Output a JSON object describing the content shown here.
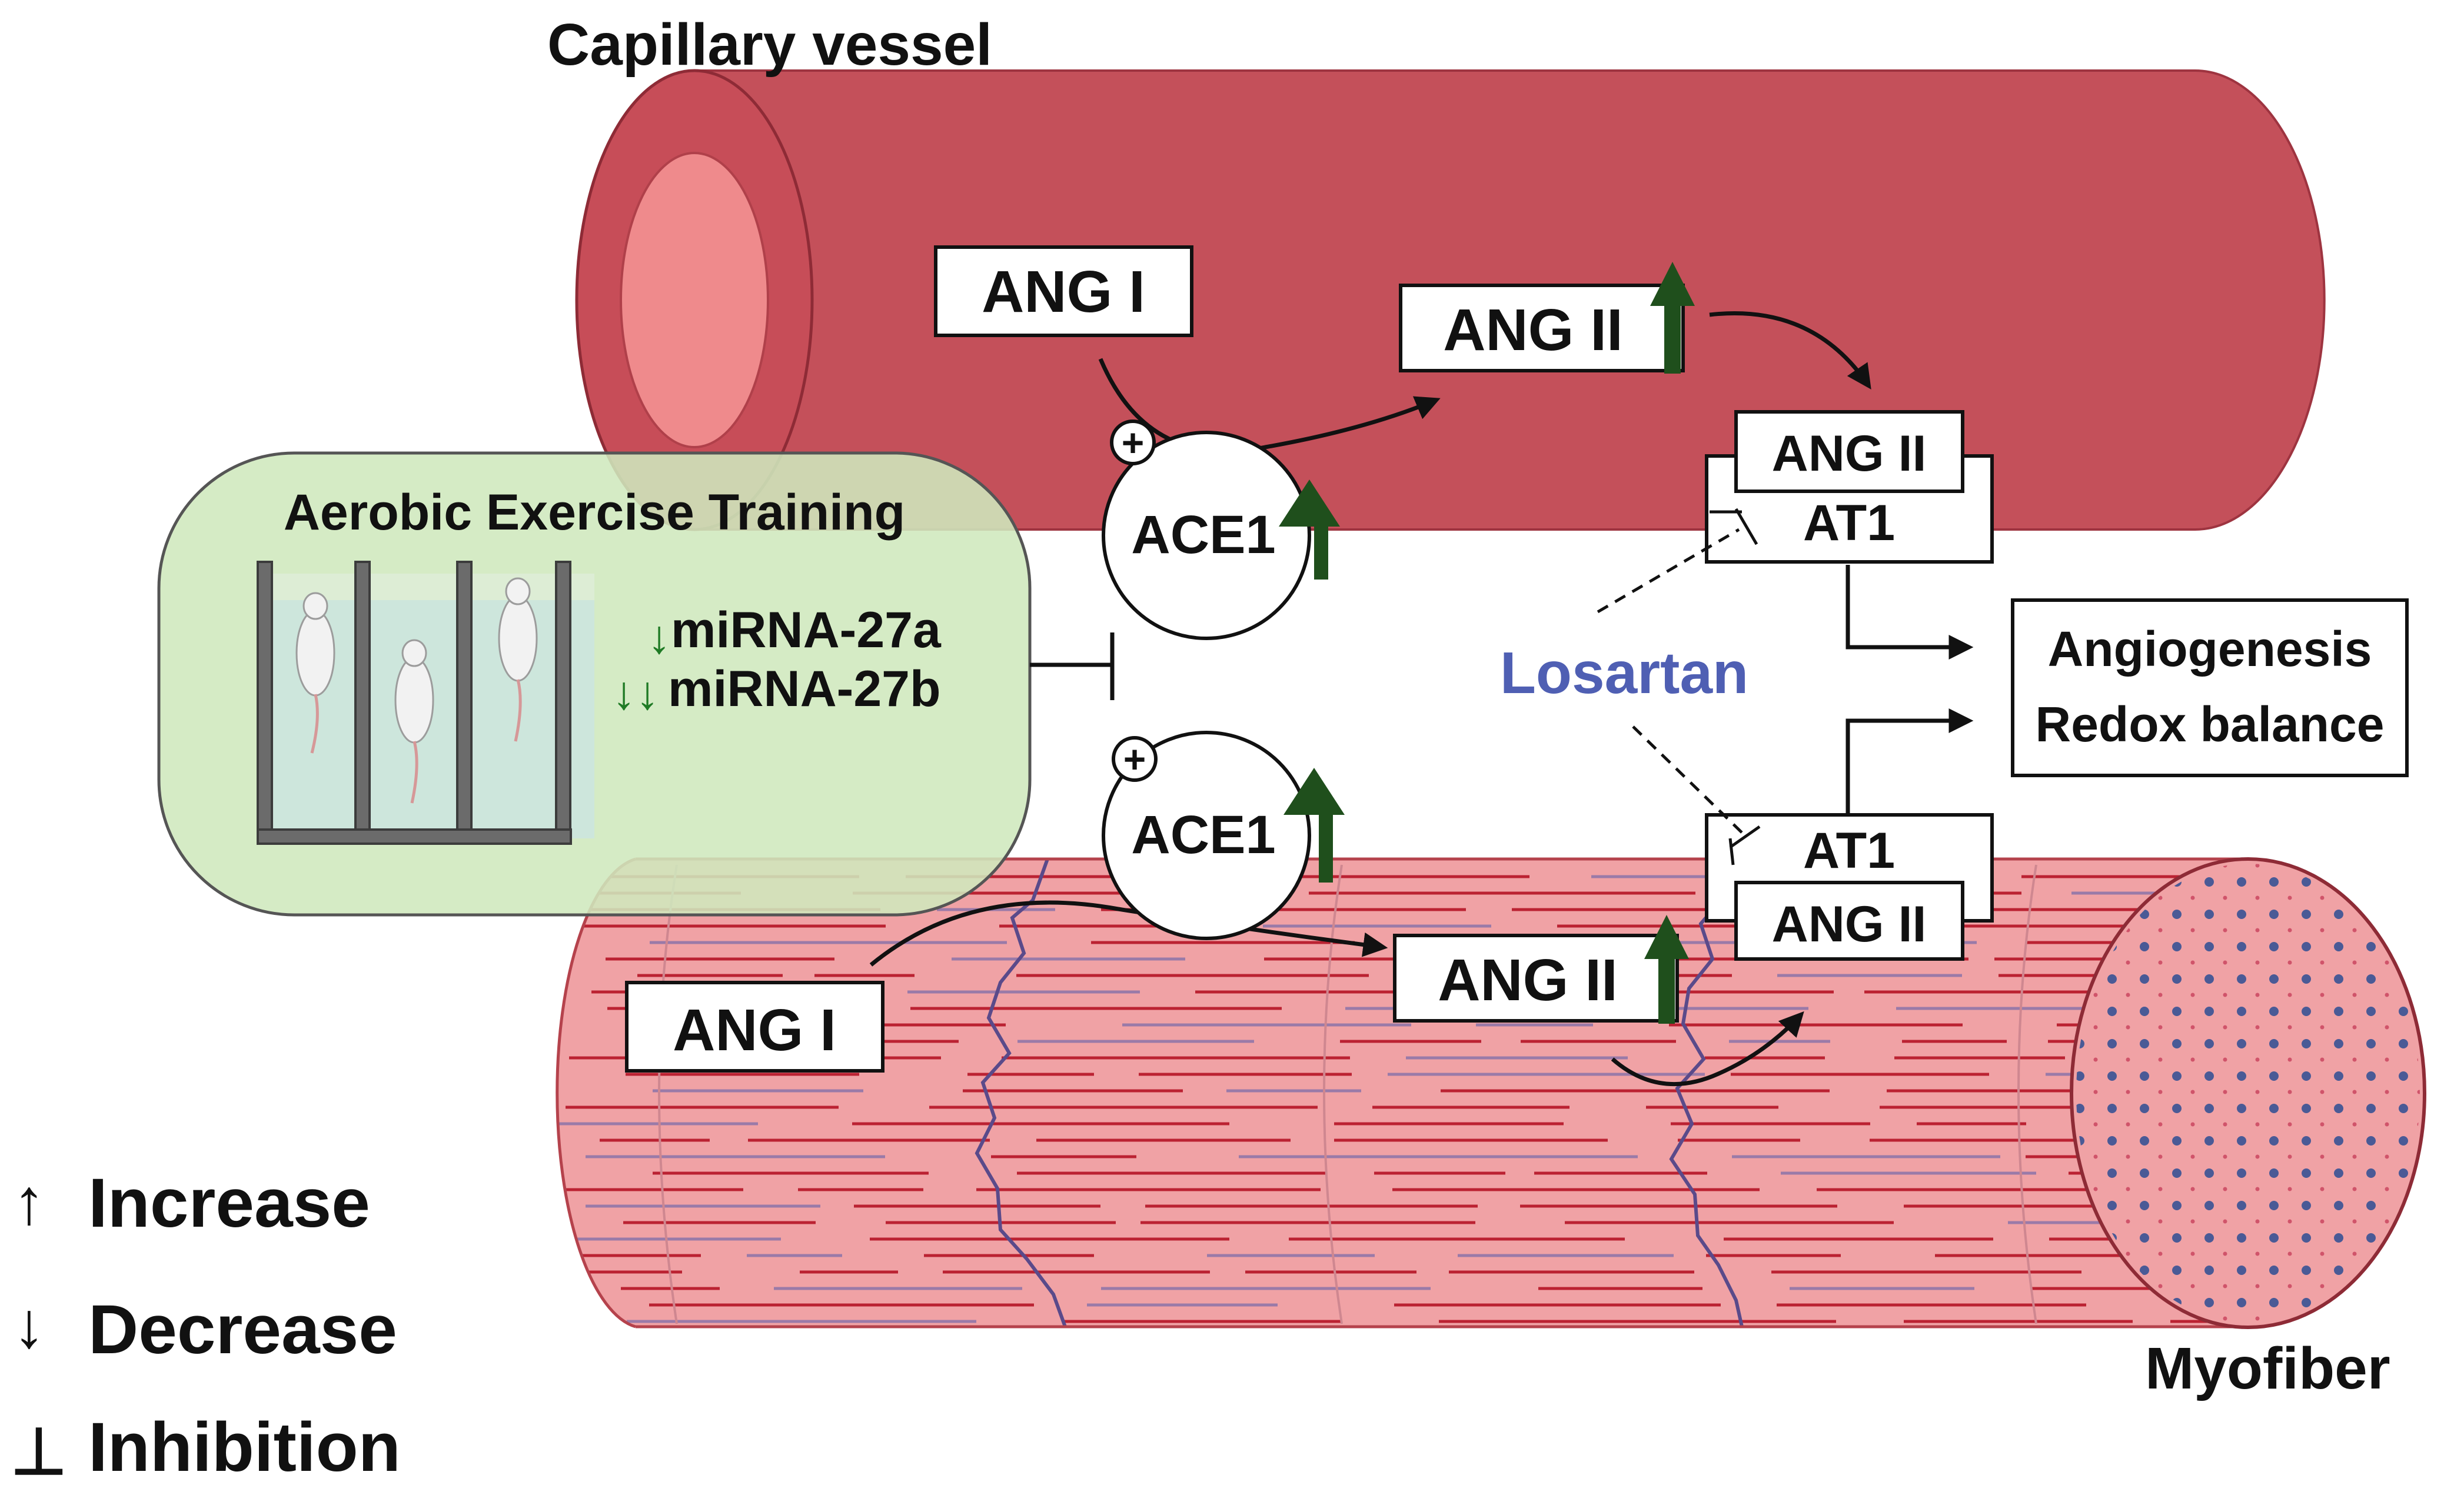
{
  "title": "Capillary vessel",
  "vessel": {
    "ang1": "ANG I",
    "ang2": "ANG II",
    "ace": "ACE1",
    "receptor_ligand": "ANG II",
    "receptor": "AT1"
  },
  "exercise": {
    "title": "Aerobic Exercise Training",
    "mirna_a": "miRNA-27a",
    "mirna_b": "miRNA-27b",
    "arrow_a": "↓",
    "arrow_b": "↓↓"
  },
  "myofiber": {
    "label": "Myofiber",
    "ang1": "ANG I",
    "ang2": "ANG II",
    "ace": "ACE1",
    "receptor": "AT1",
    "receptor_ligand": "ANG II"
  },
  "drug": "Losartan",
  "outcomes": [
    "Angiogenesis",
    "Redox balance"
  ],
  "plus_sign": "+",
  "legend": [
    {
      "symbol": "↑",
      "label": "Increase"
    },
    {
      "symbol": "↓",
      "label": "Decrease"
    },
    {
      "symbol": "⊥",
      "label": "Inhibition"
    }
  ],
  "colors": {
    "vessel": "#c4505a",
    "vessel_lumen": "#ef8a8c",
    "myofiber": "#f0a2a5",
    "myofiber_stripe": "#bb2232",
    "exercise_panel": "#cfe8bd",
    "increase_arrow": "#1f4f1c",
    "drug": "#4f5fb3"
  }
}
